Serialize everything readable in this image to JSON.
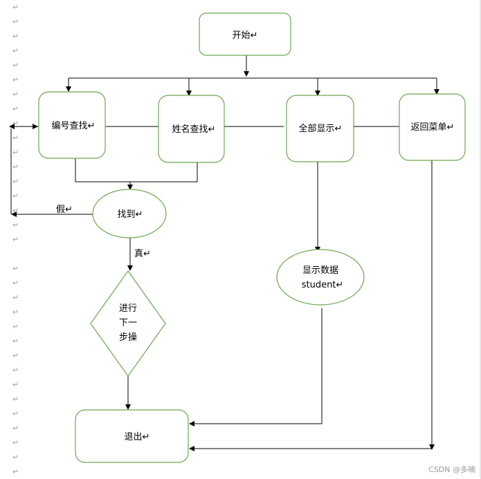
{
  "nodes": {
    "start": "开始↵",
    "search_by_id": "编号查找↵",
    "search_by_name": "姓名查找↵",
    "show_all": "全部显示↵",
    "back_menu": "返回菜单↵",
    "found": "找到↵",
    "next_step_line1": "进行",
    "next_step_line2": "下一",
    "next_step_line3": "步操",
    "show_data_line1": "显示数据",
    "show_data_line2": "student↵",
    "exit": "退出↵"
  },
  "edge_labels": {
    "false_label": "假↵",
    "true_label": "真↵"
  },
  "paragraph_mark": "↵",
  "watermark": "CSDN @多喃",
  "colors": {
    "node_border": "#6aa84f",
    "line": "#000000",
    "paragraph_mark": "#a0a0a0"
  }
}
